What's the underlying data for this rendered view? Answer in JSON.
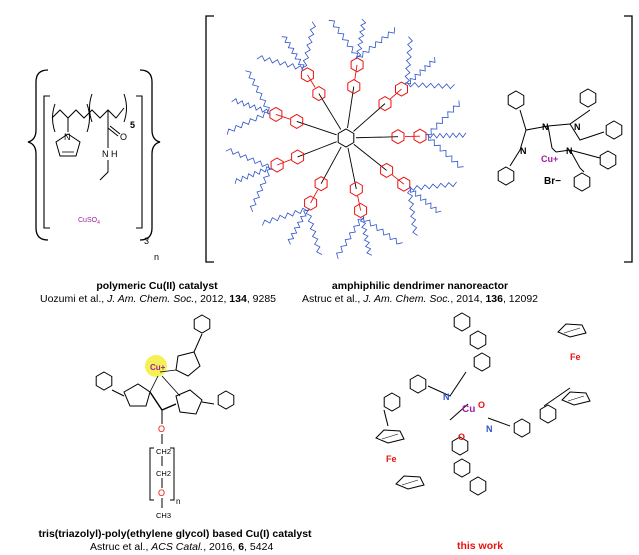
{
  "panels": {
    "polymeric": {
      "label_nh": "N H",
      "label_n": "N",
      "label_o": "O",
      "subscript_5": "5",
      "subscript_3": "3",
      "subscript_n": "n",
      "cuso4": "CuSO",
      "cuso4_sub": "4",
      "title": "polymeric Cu(II) catalyst",
      "citation_prefix": "Uozumi et al., ",
      "citation_journal": "J. Am. Chem. Soc.",
      "citation_suffix": ", 2012, ",
      "citation_volume": "134",
      "citation_pages": ", 9285"
    },
    "dendrimer": {
      "label_cu": "Cu+",
      "label_br": "Br−",
      "label_n": "N",
      "title": "amphiphilic dendrimer nanoreactor",
      "citation_prefix": "Astruc et al., ",
      "citation_journal": "J. Am. Chem. Soc.",
      "citation_suffix": ", 2014, ",
      "citation_volume": "136",
      "citation_pages": ", 12092"
    },
    "triazolyl": {
      "label_cu": "Cu+",
      "label_o": "O",
      "label_ch2": "CH2",
      "label_ch3": "CH3",
      "label_n": "n",
      "title": "tris(triazolyl)-poly(ethylene glycol) based  Cu(I) catalyst",
      "citation_prefix": "Astruc et al., ",
      "citation_journal": "ACS Catal.",
      "citation_suffix": ", 2016, ",
      "citation_volume": "6",
      "citation_pages": ", 5424"
    },
    "this_work": {
      "label_cu": "Cu",
      "label_fe": "Fe",
      "label_n": "N",
      "label_o": "O",
      "title": "this work"
    }
  },
  "colors": {
    "red": "#e8130f",
    "blue": "#2f52c8",
    "magenta": "#a01da0",
    "yellow_halo": "#f2ee3a"
  }
}
